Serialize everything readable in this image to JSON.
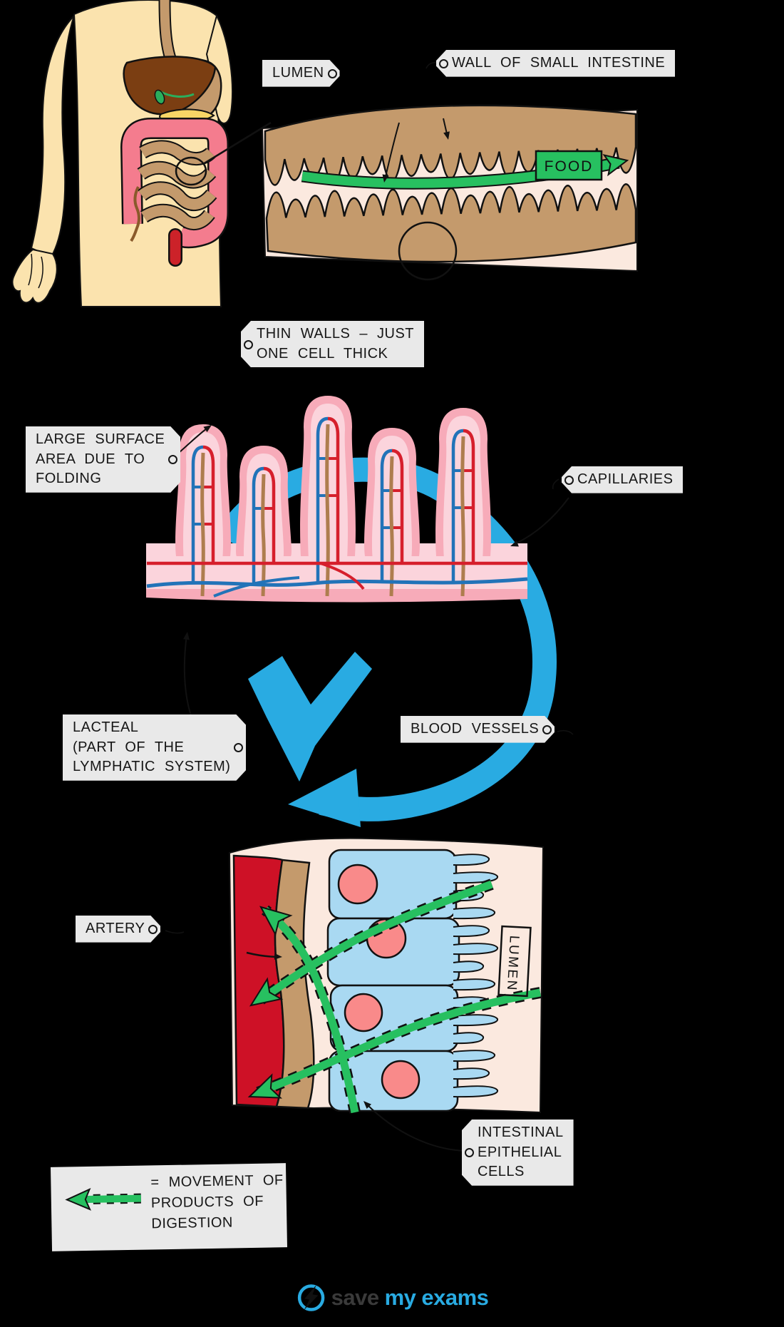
{
  "tags": {
    "lumen_top": {
      "text": "LUMEN"
    },
    "wall_of_small_intestine": {
      "text": "WALL OF SMALL INTESTINE"
    },
    "thin_walls": {
      "lines": [
        "THIN WALLS – JUST",
        "ONE CELL THICK"
      ]
    },
    "large_surface_area": {
      "lines": [
        "LARGE SURFACE",
        "AREA DUE TO",
        "FOLDING"
      ]
    },
    "capillaries": {
      "text": "CAPILLARIES"
    },
    "lacteal": {
      "lines": [
        "LACTEAL",
        "(PART OF THE",
        "LYMPHATIC SYSTEM)"
      ]
    },
    "blood_vessels": {
      "text": "BLOOD VESSELS"
    },
    "artery": {
      "text": "ARTERY"
    },
    "intestinal_epithelial_cells": {
      "lines": [
        "INTESTINAL",
        "EPITHELIAL",
        "CELLS"
      ]
    }
  },
  "wall_diagram": {
    "food_label": "FOOD"
  },
  "cells_diagram": {
    "lumen_label": "LUMEN"
  },
  "legend": {
    "lines": [
      "= MOVEMENT OF",
      "PRODUCTS OF",
      "DIGESTION"
    ]
  },
  "footer": {
    "save": "save",
    "my": "my",
    "exams": "exams"
  },
  "colors": {
    "background": "#000000",
    "tag_background": "#E9E9E9",
    "movement_green": "#27C060",
    "cycle_arrow_blue": "#29ABE2",
    "villus_outer_pink": "#F7ABB9",
    "villus_inner_pink": "#FBD4DC",
    "capillary_red": "#D61F2C",
    "vessel_blue": "#2273B8",
    "lacteal_brown": "#AE7D4E",
    "artery_red": "#CE1126",
    "epithelial_cell_blue": "#A9D9F2",
    "nucleus_salmon": "#F98A8A",
    "intestine_wall_tan": "#C49A6C",
    "lumen_cream": "#FBE9DF",
    "skin": "#FBE3AE",
    "liver_brown": "#7B3E12",
    "brand_blue": "#29ABE2"
  }
}
